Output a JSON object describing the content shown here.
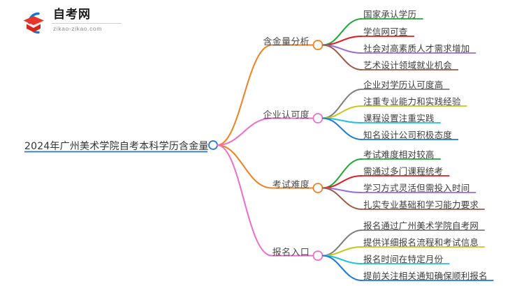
{
  "logo": {
    "name_cn": "自考网",
    "name_en": "zikao-zikao.com",
    "mark_icon": "graduation-cap-icon",
    "arc_color": "#1578c8",
    "cap_color": "#e8352c"
  },
  "mindmap": {
    "root": {
      "label": "2024年广州美术学院自考本科学历含金量",
      "color": "#1e78d2"
    },
    "branches": [
      {
        "label": "含金量分析",
        "color": "#f08020",
        "leaves": [
          {
            "label": "国家承认学历",
            "color": "#22a638"
          },
          {
            "label": "学信网可查",
            "color": "#e01b24"
          },
          {
            "label": "社会对高素质人才需求增加",
            "color": "#9b6ad4"
          },
          {
            "label": "艺术设计领域就业机会",
            "color": "#9c5a44"
          }
        ]
      },
      {
        "label": "企业认可度",
        "color": "#ec6ec8",
        "leaves": [
          {
            "label": "企业对学历认可度高",
            "color": "#7d7d7d"
          },
          {
            "label": "注重专业能力和实践经验",
            "color": "#c6c81e"
          },
          {
            "label": "课程设置注重实践",
            "color": "#1ec0e0"
          },
          {
            "label": "知名设计公司积极态度",
            "color": "#1e78d2"
          }
        ]
      },
      {
        "label": "考试难度",
        "color": "#f08020",
        "leaves": [
          {
            "label": "考试难度相对较高",
            "color": "#22a638"
          },
          {
            "label": "需通过多门课程统考",
            "color": "#e01b24"
          },
          {
            "label": "学习方式灵活但需投入时间",
            "color": "#9b6ad4"
          },
          {
            "label": "扎实专业基础和学习能力要求",
            "color": "#9c5a44"
          }
        ]
      },
      {
        "label": "报名入口",
        "color": "#ec6ec8",
        "leaves": [
          {
            "label": "报名通过广州美术学院自考网",
            "color": "#7d7d7d"
          },
          {
            "label": "提供详细报名流程和考试信息",
            "color": "#c6c81e"
          },
          {
            "label": "报名时间在特定月份",
            "color": "#1ec0e0"
          },
          {
            "label": "提前关注相关通知确保顺利报名",
            "color": "#1e78d2"
          }
        ]
      }
    ]
  }
}
